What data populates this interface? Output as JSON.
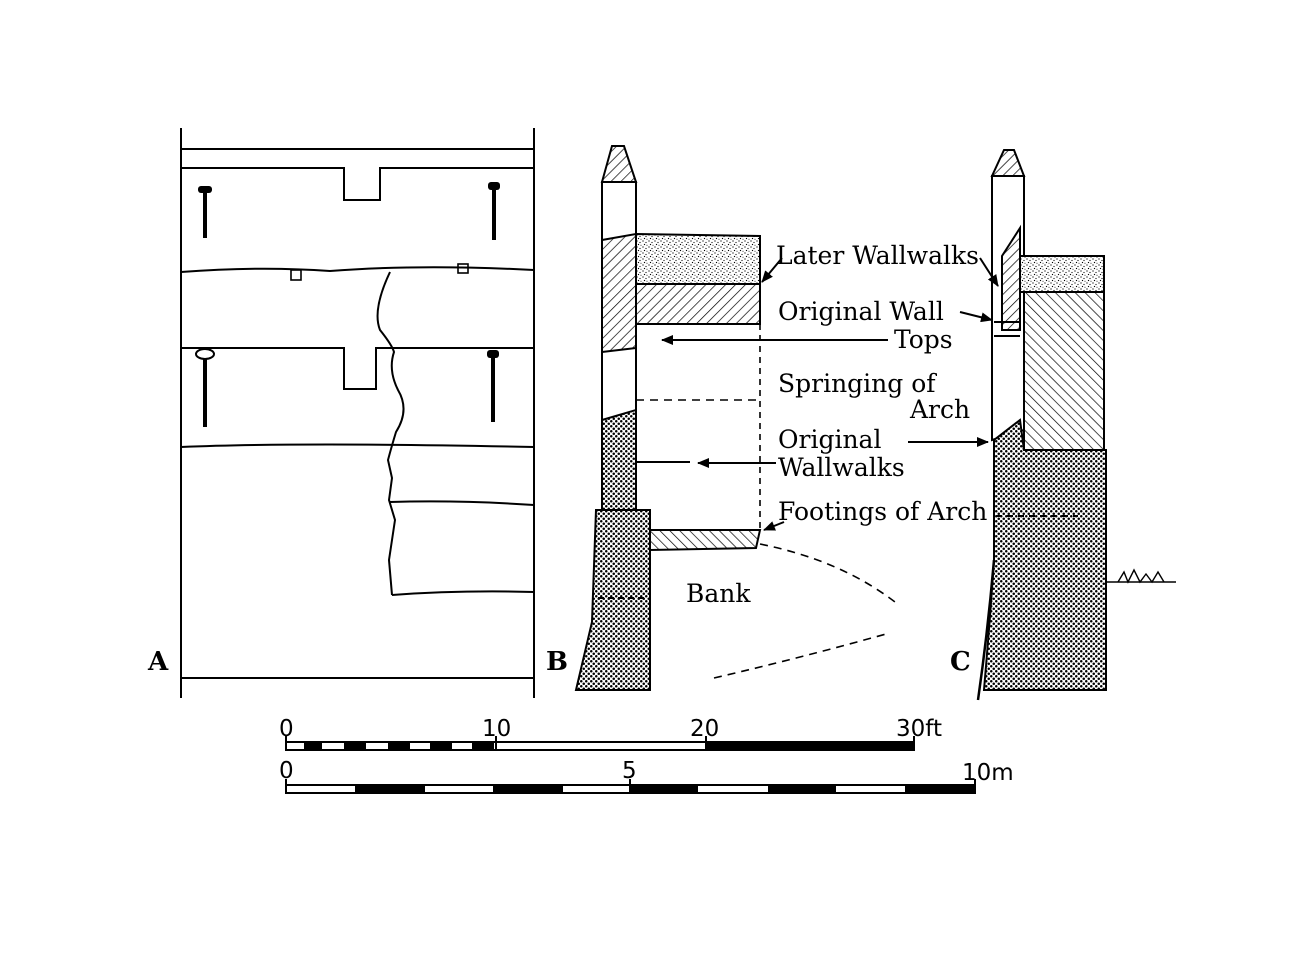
{
  "panels": {
    "a": "A",
    "b": "B",
    "c": "C"
  },
  "labels": {
    "later_wallwalks": "Later Wallwalks",
    "original_wall": "Original Wall",
    "tops": "Tops",
    "springing_of": "Springing of",
    "arch": "Arch",
    "original": "Original",
    "wallwalks": "Wallwalks",
    "footings_of_arch": "Footings of Arch",
    "bank": "Bank"
  },
  "scale_ft": {
    "t0": "0",
    "t10": "10",
    "t20": "20",
    "t30": "30ft"
  },
  "scale_m": {
    "t0": "0",
    "t5": "5",
    "t10": "10m"
  }
}
